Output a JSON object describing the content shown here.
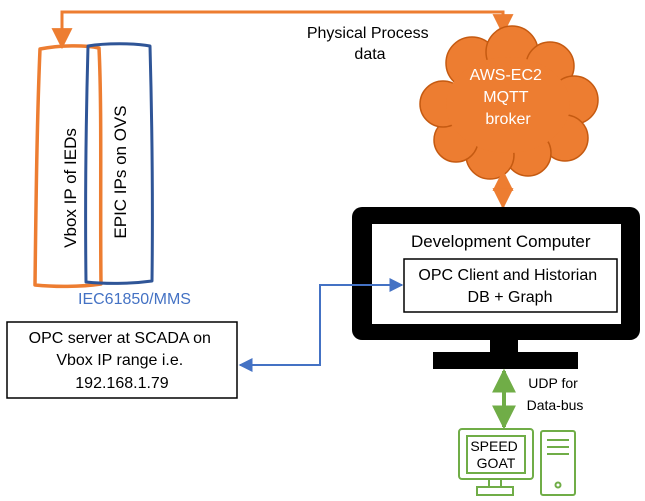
{
  "labels": {
    "physical_process": [
      "Physical Process",
      "data"
    ],
    "broker": [
      "AWS-EC2",
      "MQTT",
      "broker"
    ],
    "vbox_ied": "Vbox IP of IEDs",
    "epic_ips": "EPIC IPs on OVS",
    "iec": "IEC61850/MMS",
    "dev_computer": "Development Computer",
    "opc_client": [
      "OPC Client and Historian",
      "DB + Graph"
    ],
    "opc_server": [
      "OPC server at SCADA on",
      "Vbox IP range i.e.",
      "192.168.1.79"
    ],
    "udp": [
      "UDP for",
      "Data-bus"
    ],
    "speedgoat": [
      "SPEED",
      "GOAT"
    ]
  },
  "colors": {
    "orange": "#ED7D31",
    "blue": "#2F5597",
    "link_blue": "#4472C4",
    "green": "#70AD47",
    "black": "#000000"
  }
}
